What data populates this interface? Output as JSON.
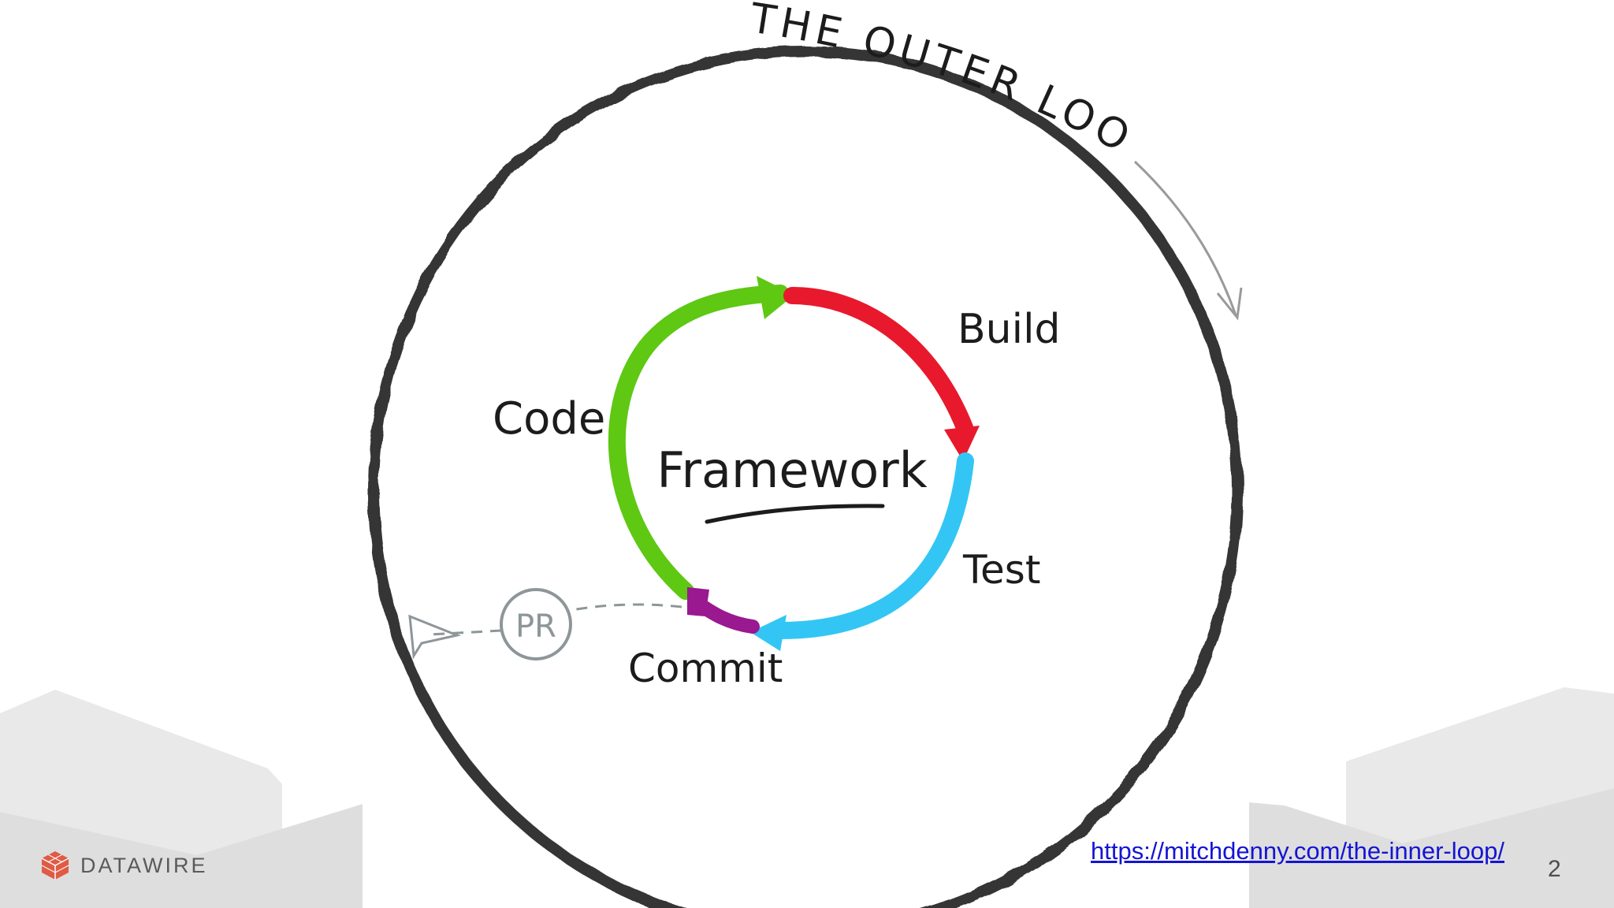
{
  "slide": {
    "page_number": "2"
  },
  "diagram": {
    "outer_loop_label": "THE OUTER LOOP",
    "center_label": "Framework",
    "stages": [
      {
        "label": "Code",
        "color": "#5ec813"
      },
      {
        "label": "Build",
        "color": "#e8192c"
      },
      {
        "label": "Test",
        "color": "#33c6f4"
      },
      {
        "label": "Commit",
        "color": "#9a1890"
      }
    ],
    "pr_label": "PR"
  },
  "footer": {
    "logo_text": "DATAWIRE",
    "logo_color": "#e05a44",
    "source_url": "https://mitchdenny.com/the-inner-loop/"
  },
  "colors": {
    "outer_ring": "#353535",
    "pr_gray": "#8d9698",
    "background_shape": "#ededed"
  }
}
